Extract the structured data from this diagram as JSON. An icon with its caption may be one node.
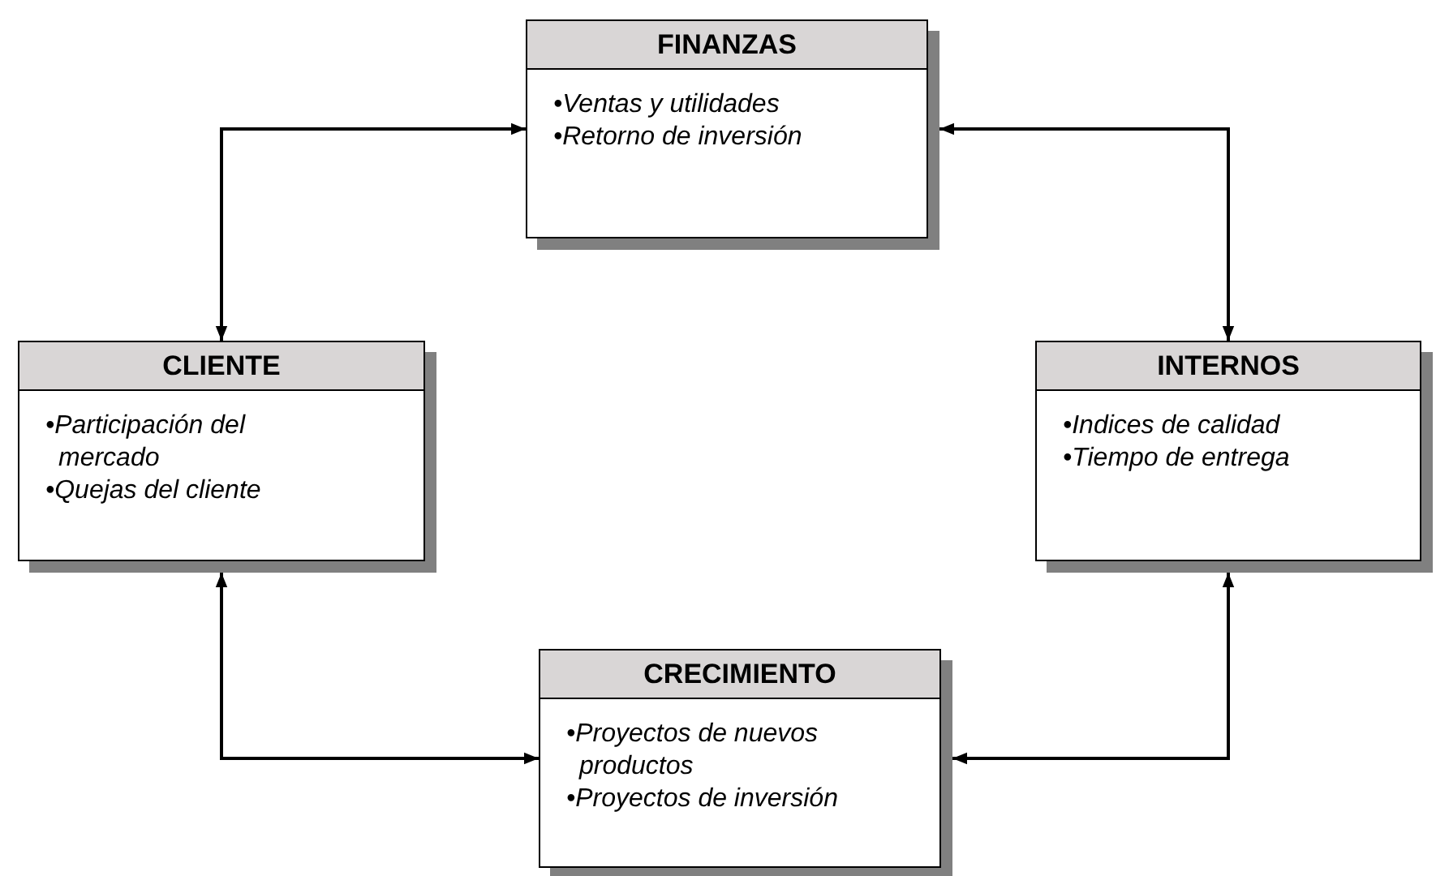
{
  "diagram": {
    "nodes": [
      {
        "text": [
          "FINANZAS",
          "•Ventas y utilidades",
          "•Retorno de inversión"
        ]
      },
      {
        "text": [
          "CLIENTE",
          "•Participación del mercado",
          "•Quejas del cliente"
        ]
      },
      {
        "text": [
          "INTERNOS",
          "•Indices de calidad",
          "•Tiempo de entrega"
        ]
      },
      {
        "text": [
          "CRECIMIENTO",
          "•Proyectos de nuevos productos",
          "•Proyectos de inversión"
        ]
      }
    ],
    "edges": [
      {
        "from": 0,
        "to": 1,
        "arrow": "both"
      },
      {
        "from": 0,
        "to": 2,
        "arrow": "both"
      },
      {
        "from": 1,
        "to": 3,
        "arrow": "both"
      },
      {
        "from": 2,
        "to": 3,
        "arrow": "both"
      }
    ]
  }
}
